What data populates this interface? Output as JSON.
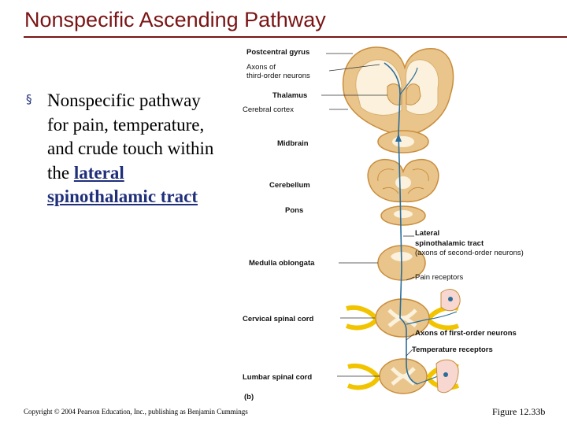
{
  "slide": {
    "title": "Nonspecific Ascending Pathway",
    "bullet_symbol": "§",
    "bullet_text_before": "Nonspecific pathway for pain, temperature, and crude touch within the ",
    "bullet_link": "lateral spinothalamic tract",
    "copyright": "Copyright © 2004 Pearson Education, Inc., publishing as Benjamin Cummings",
    "figure_ref": "Figure 12.33b"
  },
  "diagram": {
    "labels": {
      "postcentral_gyrus": "Postcentral gyrus",
      "axons_third_1": "Axons of",
      "axons_third_2": "third-order neurons",
      "thalamus": "Thalamus",
      "cerebral_cortex": "Cerebral cortex",
      "midbrain": "Midbrain",
      "cerebellum": "Cerebellum",
      "pons": "Pons",
      "lateral_1": "Lateral",
      "lateral_2": "spinothalamic tract",
      "lateral_3": "(axons of second-order neurons)",
      "medulla": "Medulla oblongata",
      "pain_receptors": "Pain receptors",
      "cervical": "Cervical spinal cord",
      "axons_first": "Axons of first-order neurons",
      "temperature_receptors": "Temperature receptors",
      "lumbar": "Lumbar spinal cord",
      "panel": "(b)"
    },
    "colors": {
      "tissue": "#e9c58c",
      "tissue_dark": "#c98d3c",
      "white_matter": "#fbf1dc",
      "tract": "#2a6d9a",
      "nerve": "#f2c400"
    }
  }
}
